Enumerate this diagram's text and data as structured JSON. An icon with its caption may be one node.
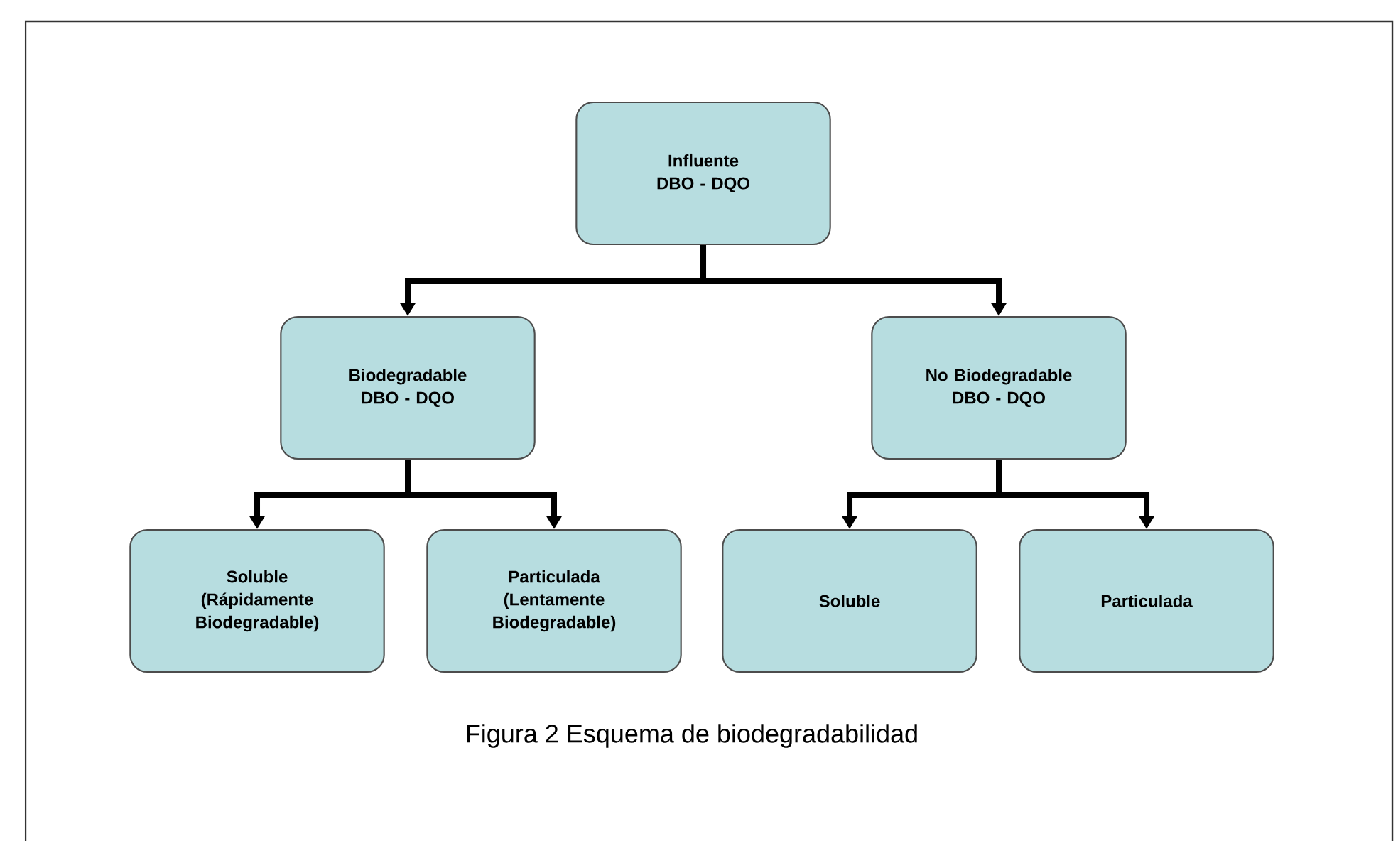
{
  "diagram": {
    "caption": "Figura 2 Esquema de biodegradabilidad",
    "nodes": [
      {
        "text": [
          "Influente",
          "DBO - DQO"
        ]
      },
      {
        "text": [
          "Biodegradable",
          "DBO - DQO"
        ]
      },
      {
        "text": [
          "No Biodegradable",
          "DBO - DQO"
        ]
      },
      {
        "text": [
          "Soluble",
          "(Rápidamente Biodegradable)"
        ]
      },
      {
        "text": [
          "Particulada",
          "(Lentamente Biodegradable)"
        ]
      },
      {
        "text": [
          "Soluble"
        ]
      },
      {
        "text": [
          "Particulada"
        ]
      }
    ],
    "edges": [
      {
        "from": 0,
        "to": 1,
        "arrow": "to"
      },
      {
        "from": 0,
        "to": 2,
        "arrow": "to"
      },
      {
        "from": 1,
        "to": 3,
        "arrow": "to"
      },
      {
        "from": 1,
        "to": 4,
        "arrow": "to"
      },
      {
        "from": 2,
        "to": 5,
        "arrow": "to"
      },
      {
        "from": 2,
        "to": 6,
        "arrow": "to"
      }
    ]
  }
}
